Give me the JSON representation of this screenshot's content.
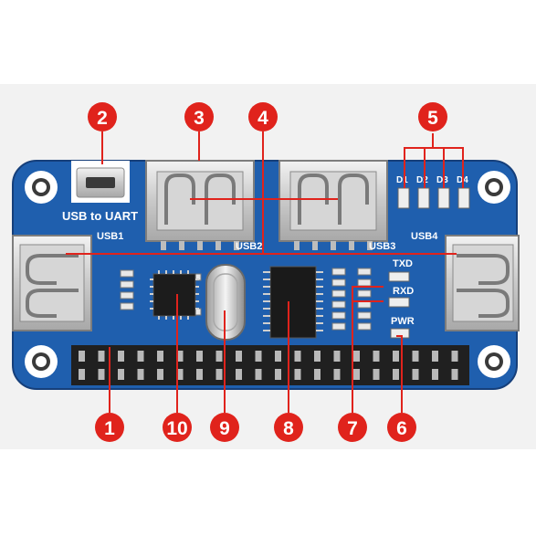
{
  "board": {
    "silkscreen": {
      "usb_to_uart": "USB to UART",
      "usb1": "USB1",
      "usb2": "USB2",
      "usb3": "USB3",
      "usb4": "USB4",
      "d1": "D1",
      "d2": "D2",
      "d3": "D3",
      "d4": "D4",
      "txd": "TXD",
      "rxd": "RXD",
      "pwr": "PWR"
    },
    "colors": {
      "pcb": "#1f5fae",
      "callout": "#e0231c",
      "metal": "#d8d8d8"
    }
  },
  "callouts": [
    {
      "id": "1",
      "label": "1"
    },
    {
      "id": "2",
      "label": "2"
    },
    {
      "id": "3",
      "label": "3"
    },
    {
      "id": "4",
      "label": "4"
    },
    {
      "id": "5",
      "label": "5"
    },
    {
      "id": "6",
      "label": "6"
    },
    {
      "id": "7",
      "label": "7"
    },
    {
      "id": "8",
      "label": "8"
    },
    {
      "id": "9",
      "label": "9"
    },
    {
      "id": "10",
      "label": "10"
    }
  ]
}
